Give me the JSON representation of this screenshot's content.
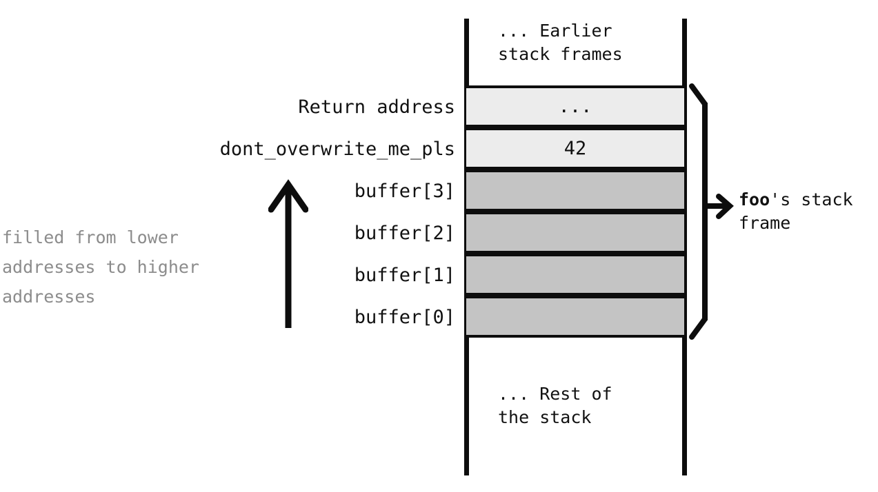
{
  "diagram": {
    "title": "Stack frame layout with buffer overflow target",
    "colors": {
      "line": "#0d0d0d",
      "cell_light": "#ececec",
      "cell_dark": "#c4c4c4",
      "note_text": "#8c8c8c",
      "text": "#111111",
      "background": "#ffffff"
    },
    "regions": {
      "top_text": "... Earlier\nstack frames",
      "bottom_text": "... Rest of\nthe stack"
    },
    "rows": [
      {
        "label": "Return address",
        "value": "...",
        "fill": "light"
      },
      {
        "label": "dont_overwrite_me_pls",
        "value": "42",
        "fill": "light"
      },
      {
        "label": "buffer[3]",
        "value": "",
        "fill": "dark"
      },
      {
        "label": "buffer[2]",
        "value": "",
        "fill": "dark"
      },
      {
        "label": "buffer[1]",
        "value": "",
        "fill": "dark"
      },
      {
        "label": "buffer[0]",
        "value": "",
        "fill": "dark"
      }
    ],
    "fill_note": "filled from lower\naddresses to higher\naddresses",
    "frame_annotation": {
      "function_name": "foo",
      "suffix": "'s stack\nframe"
    }
  }
}
